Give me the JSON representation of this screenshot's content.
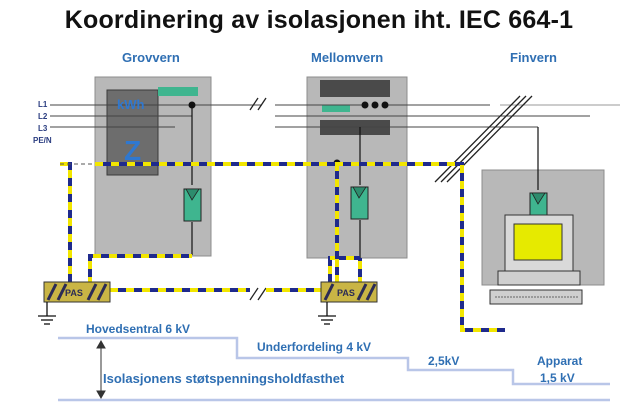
{
  "title": "Koordinering av isolasjonen iht. IEC 664-1",
  "sections": {
    "coarse": "Grovvern",
    "medium": "Mellomvern",
    "fine": "Finvern"
  },
  "lines": [
    "L1",
    "L2",
    "L3",
    "PE/N"
  ],
  "meter": {
    "kwh_label": "kWh",
    "z_label": "Z"
  },
  "bonding_bar_label": "PAS",
  "levels": {
    "main": "Hovedsentral 6 kV",
    "sub": "Underfordeling  4 kV",
    "mid": "2,5kV",
    "device_line1": "Apparat",
    "device_line2": "1,5 kV"
  },
  "axis_label": "Isolasjonens støtspenningsholdfasthet",
  "colors": {
    "section_text": "#2f6fb3",
    "panel": "#b8b8b8",
    "meter": "#6d6d6d",
    "arrester": "#3fb58f",
    "dash_yellow": "#f2e600",
    "dash_blue": "#1f2a8c",
    "level_line": "#b9c6e8"
  }
}
